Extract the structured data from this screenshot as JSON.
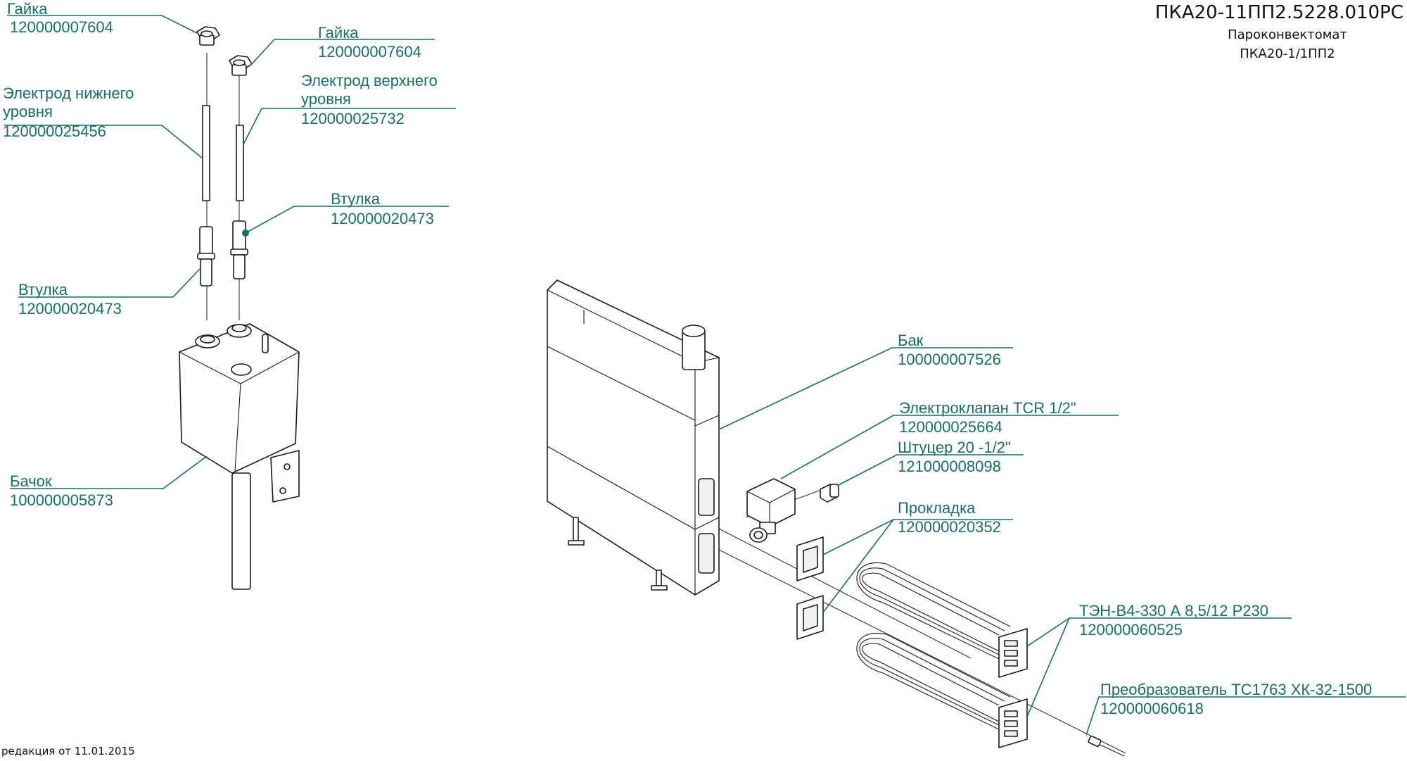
{
  "title_block": {
    "code": "ПКА20-11ПП2.5228.010РС",
    "name": "Пароконвектомат",
    "model": "ПКА20-1/1ПП2"
  },
  "revision_note": "редакция от 11.01.2015",
  "callouts": [
    {
      "name": "Гайка",
      "code": "120000007604"
    },
    {
      "name": "Гайка",
      "code": "120000007604"
    },
    {
      "name": "Электрод нижнего уровня",
      "name_lines": [
        "Электрод нижнего",
        "уровня"
      ],
      "code": "120000025456"
    },
    {
      "name": "Электрод верхнего уровня",
      "name_lines": [
        "Электрод верхнего",
        "уровня"
      ],
      "code": "120000025732"
    },
    {
      "name": "Втулка",
      "code": "120000020473"
    },
    {
      "name": "Втулка",
      "code": "120000020473"
    },
    {
      "name": "Бачок",
      "code": "100000005873"
    },
    {
      "name": "Бак",
      "code": "100000007526"
    },
    {
      "name": "Электроклапан  TCR 1/2\"",
      "code": "120000025664"
    },
    {
      "name": "Штуцер 20 -1/2\"",
      "code": "121000008098"
    },
    {
      "name": "Прокладка",
      "code": "120000020352"
    },
    {
      "name": "ТЭН-В4-330 А 8,5/12 Р230",
      "code": "120000060525"
    },
    {
      "name": "Преобразователь ТС1763 ХК-32-1500",
      "code": "120000060618"
    }
  ],
  "colors": {
    "callout": "#1a6e63",
    "drawing": "#1a1a1a",
    "background": "#ffffff"
  }
}
